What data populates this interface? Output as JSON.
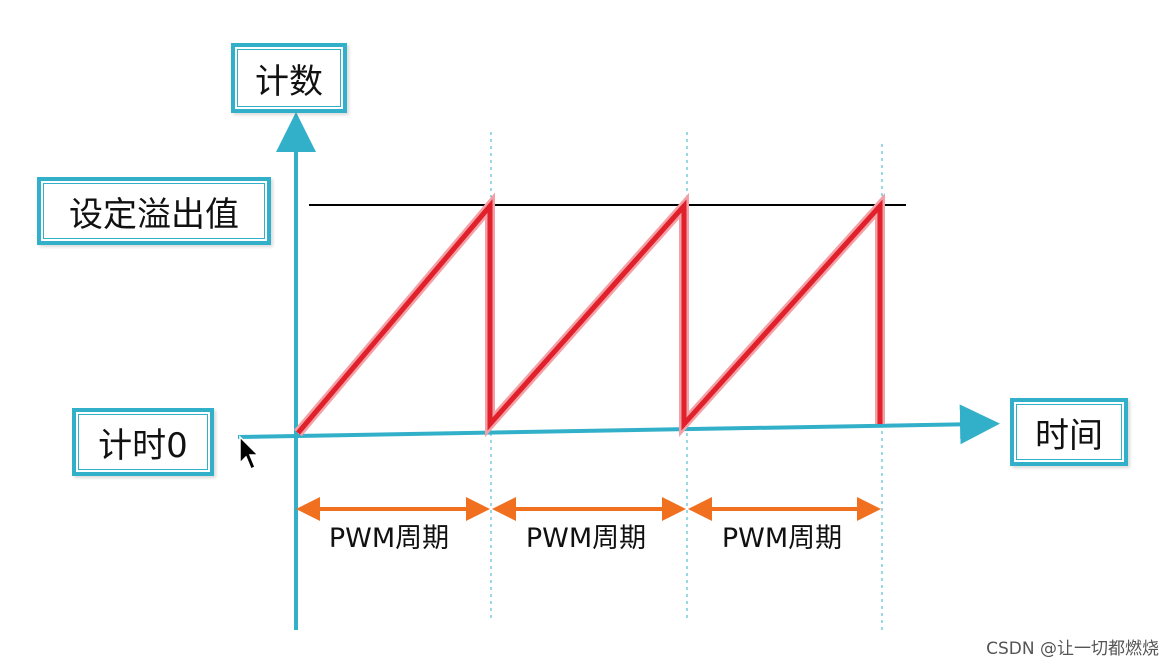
{
  "labels": {
    "y_axis": "计数",
    "overflow_value": "设定溢出值",
    "count_zero": "计时0",
    "x_axis": "时间"
  },
  "periods": [
    {
      "label": "PWM周期"
    },
    {
      "label": "PWM周期"
    },
    {
      "label": "PWM周期"
    }
  ],
  "watermark": "CSDN @让一切都燃烧",
  "colors": {
    "axis": "#33b0c9",
    "sawtooth": "#e0202a",
    "overflow_line": "#000000",
    "period_arrow": "#f07020",
    "guide": "#33b0c9"
  },
  "icons": {
    "cursor": "mouse-pointer-icon"
  }
}
